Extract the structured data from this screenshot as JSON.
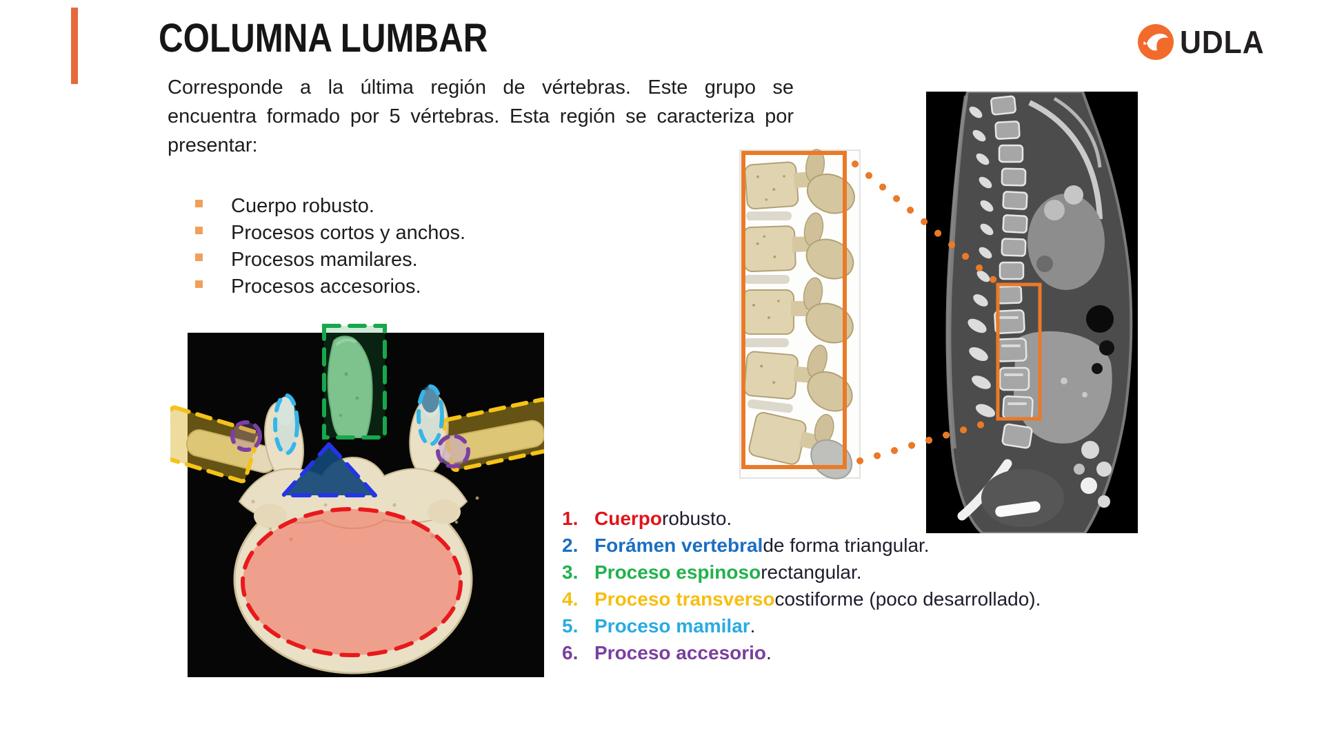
{
  "slide": {
    "title": "COLUMNA LUMBAR"
  },
  "logo": {
    "text": "UDLA",
    "orange": "#F26B2B",
    "dark": "#231F20"
  },
  "accent": {
    "bar_color": "#E5693C",
    "orange": "#EA7A28"
  },
  "intro": {
    "lines": [
      "Corresponde a la última región de vértebras. Este grupo se",
      "encuentra formado por 5 vértebras. Esta región se caracteriza por",
      "presentar:"
    ]
  },
  "bullets": {
    "marker_color": "#F0A05C",
    "items": [
      "Cuerpo robusto.",
      "Procesos cortos y anchos.",
      "Procesos mamilares.",
      "Procesos accesorios."
    ]
  },
  "numbered_list": {
    "items": [
      {
        "num": "1.",
        "term": "Cuerpo",
        "rest": " robusto.",
        "color": "#E01418"
      },
      {
        "num": "2.",
        "term": "Forámen vertebral",
        "rest": " de forma triangular.",
        "color": "#1B6EC2"
      },
      {
        "num": "3.",
        "term": "Proceso espinoso",
        "rest": " rectangular.",
        "color": "#22B14D"
      },
      {
        "num": "4.",
        "term": "Proceso transverso",
        "rest": " costiforme (poco desarrollado).",
        "color": "#F6BE0F"
      },
      {
        "num": "5.",
        "term": "Proceso mamilar",
        "rest": ".",
        "color": "#29ABE2"
      },
      {
        "num": "6.",
        "term": "Proceso accesorio",
        "rest": ".",
        "color": "#7B3FA0"
      }
    ]
  },
  "figures": {
    "vertebra_photo": {
      "annotation_colors": {
        "cuerpo": "#E8191C",
        "foramen": "#2335E8",
        "espinoso": "#17A74C",
        "transverso": "#F5C318",
        "mamilar": "#35B6EA",
        "accesorio": "#7B3FA5"
      }
    },
    "spine_illustration": {
      "frame_color": "#EA7A28"
    },
    "ct_scan": {
      "highlight_color": "#EA7A28"
    }
  }
}
